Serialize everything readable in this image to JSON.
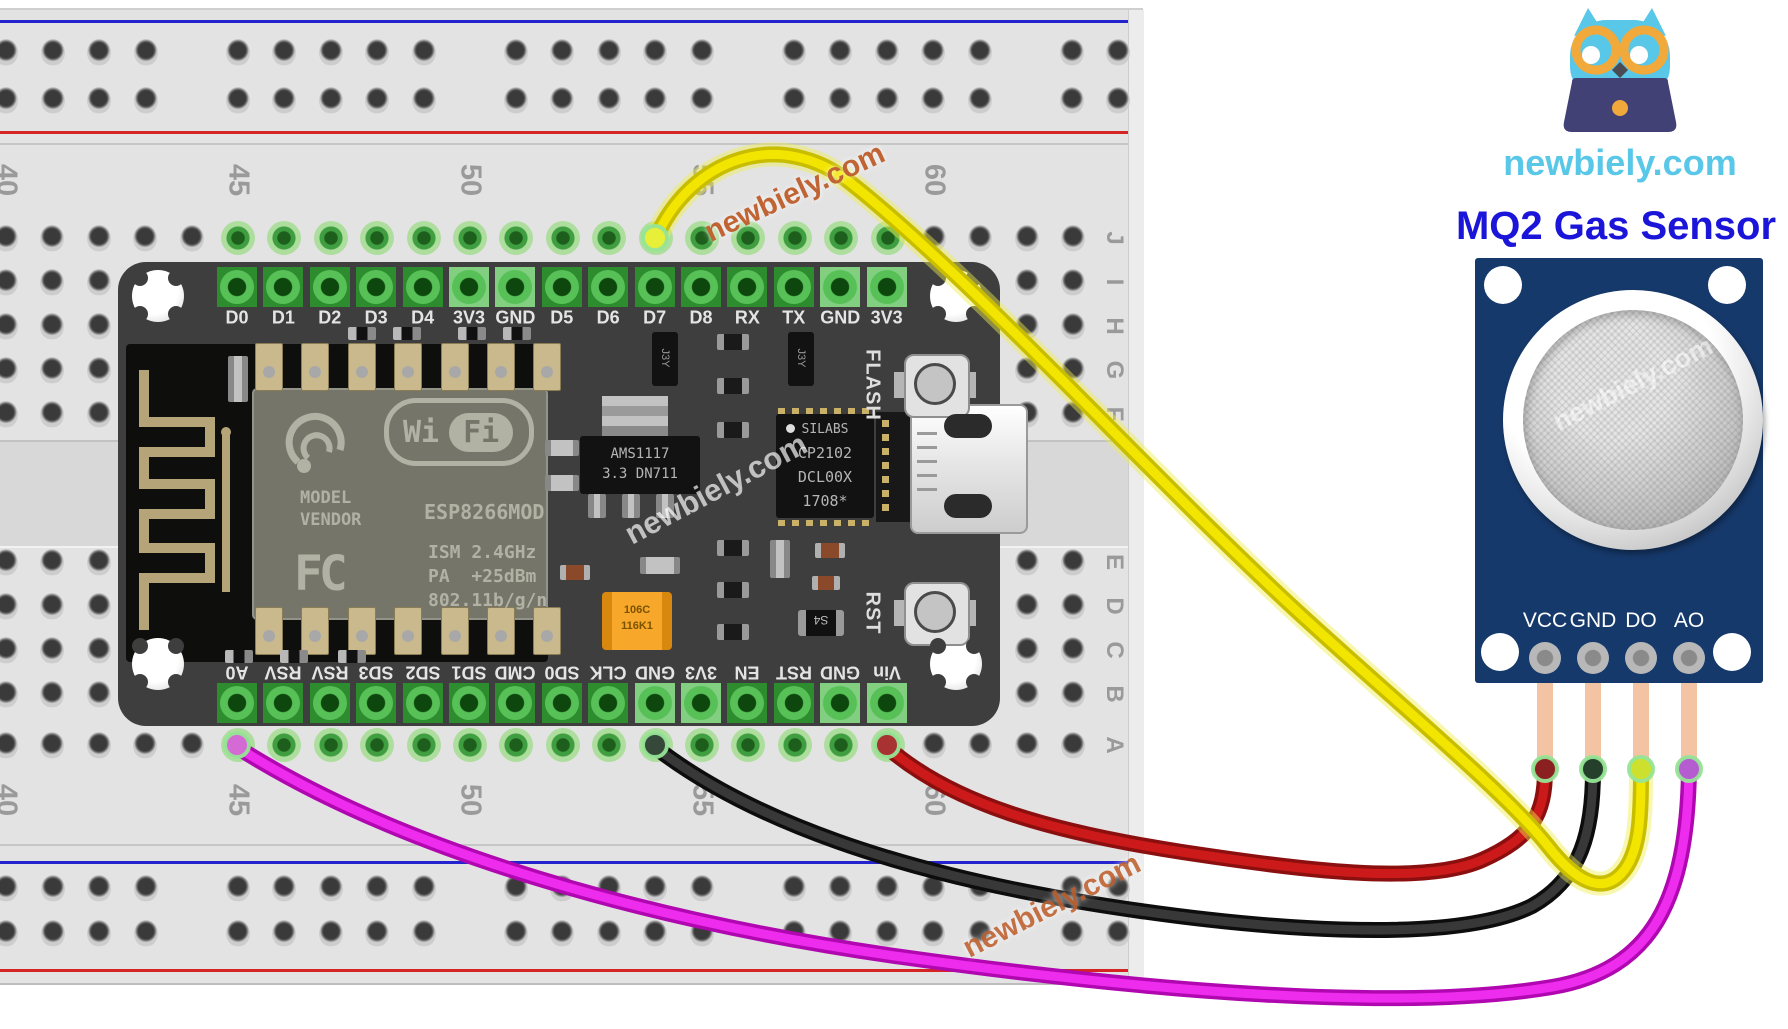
{
  "branding": {
    "site": "newbiely.com",
    "wordmark_color": "#59c7e8",
    "owl_color": "#59c7e8",
    "glasses_color": "#f2a93b",
    "laptop_color": "#414175"
  },
  "sensor": {
    "title": "MQ2 Gas Sensor",
    "title_color": "#1b15d9",
    "board_color": "#16396b",
    "pin_labels": [
      "VCC",
      "GND",
      "DO",
      "AO"
    ]
  },
  "breadboard": {
    "column_numbers": [
      "40",
      "45",
      "50",
      "55",
      "60"
    ],
    "row_letters_top": [
      "J",
      "I",
      "H",
      "G",
      "F"
    ],
    "row_letters_bottom": [
      "E",
      "D",
      "C",
      "B",
      "A"
    ],
    "rail_blue": "#2424cf",
    "rail_red": "#d42424"
  },
  "nodemcu": {
    "top_pins": [
      "D0",
      "D1",
      "D2",
      "D3",
      "D4",
      "3V3",
      "GND",
      "D5",
      "D6",
      "D7",
      "D8",
      "RX",
      "TX",
      "GND",
      "3V3"
    ],
    "bottom_pins": [
      "A0",
      "RSV",
      "RSV",
      "SD3",
      "SD2",
      "SD1",
      "CMD",
      "SD0",
      "CLK",
      "GND",
      "3V3",
      "EN",
      "RST",
      "GND",
      "Vin"
    ],
    "power_pin_names": [
      "3V3",
      "GND",
      "Vin"
    ],
    "flash_label": "FLASH",
    "rst_label": "RST",
    "shield": {
      "wifi_left": "Wi",
      "wifi_right": "Fi",
      "model": "MODEL",
      "vendor": "VENDOR",
      "module": "ESP8266MOD",
      "fcc": "FC",
      "line1": "ISM 2.4GHz",
      "line2": "PA  +25dBm",
      "line3": "802.11b/g/n"
    },
    "regulator": {
      "line1": "AMS1117",
      "line2": "3.3  DN711"
    },
    "usb_chip": {
      "line1": "SILABS",
      "line2": "CP2102",
      "line3": "DCL00X",
      "line4": "1708*"
    },
    "capacitor": {
      "line1": "106C",
      "line2": "116K1"
    },
    "transistor_label": "J3Y",
    "diode_label": "S4"
  },
  "watermarks": [
    {
      "text": "newbiely.com",
      "location": "breadboard-top"
    },
    {
      "text": "newbiely.com",
      "location": "nodemcu-center"
    },
    {
      "text": "newbiely.com",
      "location": "sensor-dome"
    },
    {
      "text": "newbiely.com",
      "location": "breadboard-bottom"
    }
  ],
  "wires": [
    {
      "name": "yellow",
      "from": "NodeMCU D7",
      "to": "MQ2 DO",
      "color": "#f2e500",
      "edge": "#c9bd00",
      "tip_bb": "#e8ef38",
      "tip_sensor": "#cde02e"
    },
    {
      "name": "red",
      "from": "NodeMCU Vin",
      "to": "MQ2 VCC",
      "color": "#cc1a1a",
      "edge": "#8c0f0f",
      "tip_bb": "#a83232",
      "tip_sensor": "#8a2020"
    },
    {
      "name": "black",
      "from": "NodeMCU GND",
      "to": "MQ2 GND",
      "color": "#383838",
      "edge": "#0d0d0d",
      "tip_bb": "#35483a",
      "tip_sensor": "#24402a"
    },
    {
      "name": "magenta",
      "from": "NodeMCU A0",
      "to": "MQ2 AO",
      "color": "#ee2cee",
      "edge": "#b007b0",
      "tip_bb": "#d46ad4",
      "tip_sensor": "#b45cd0"
    }
  ]
}
